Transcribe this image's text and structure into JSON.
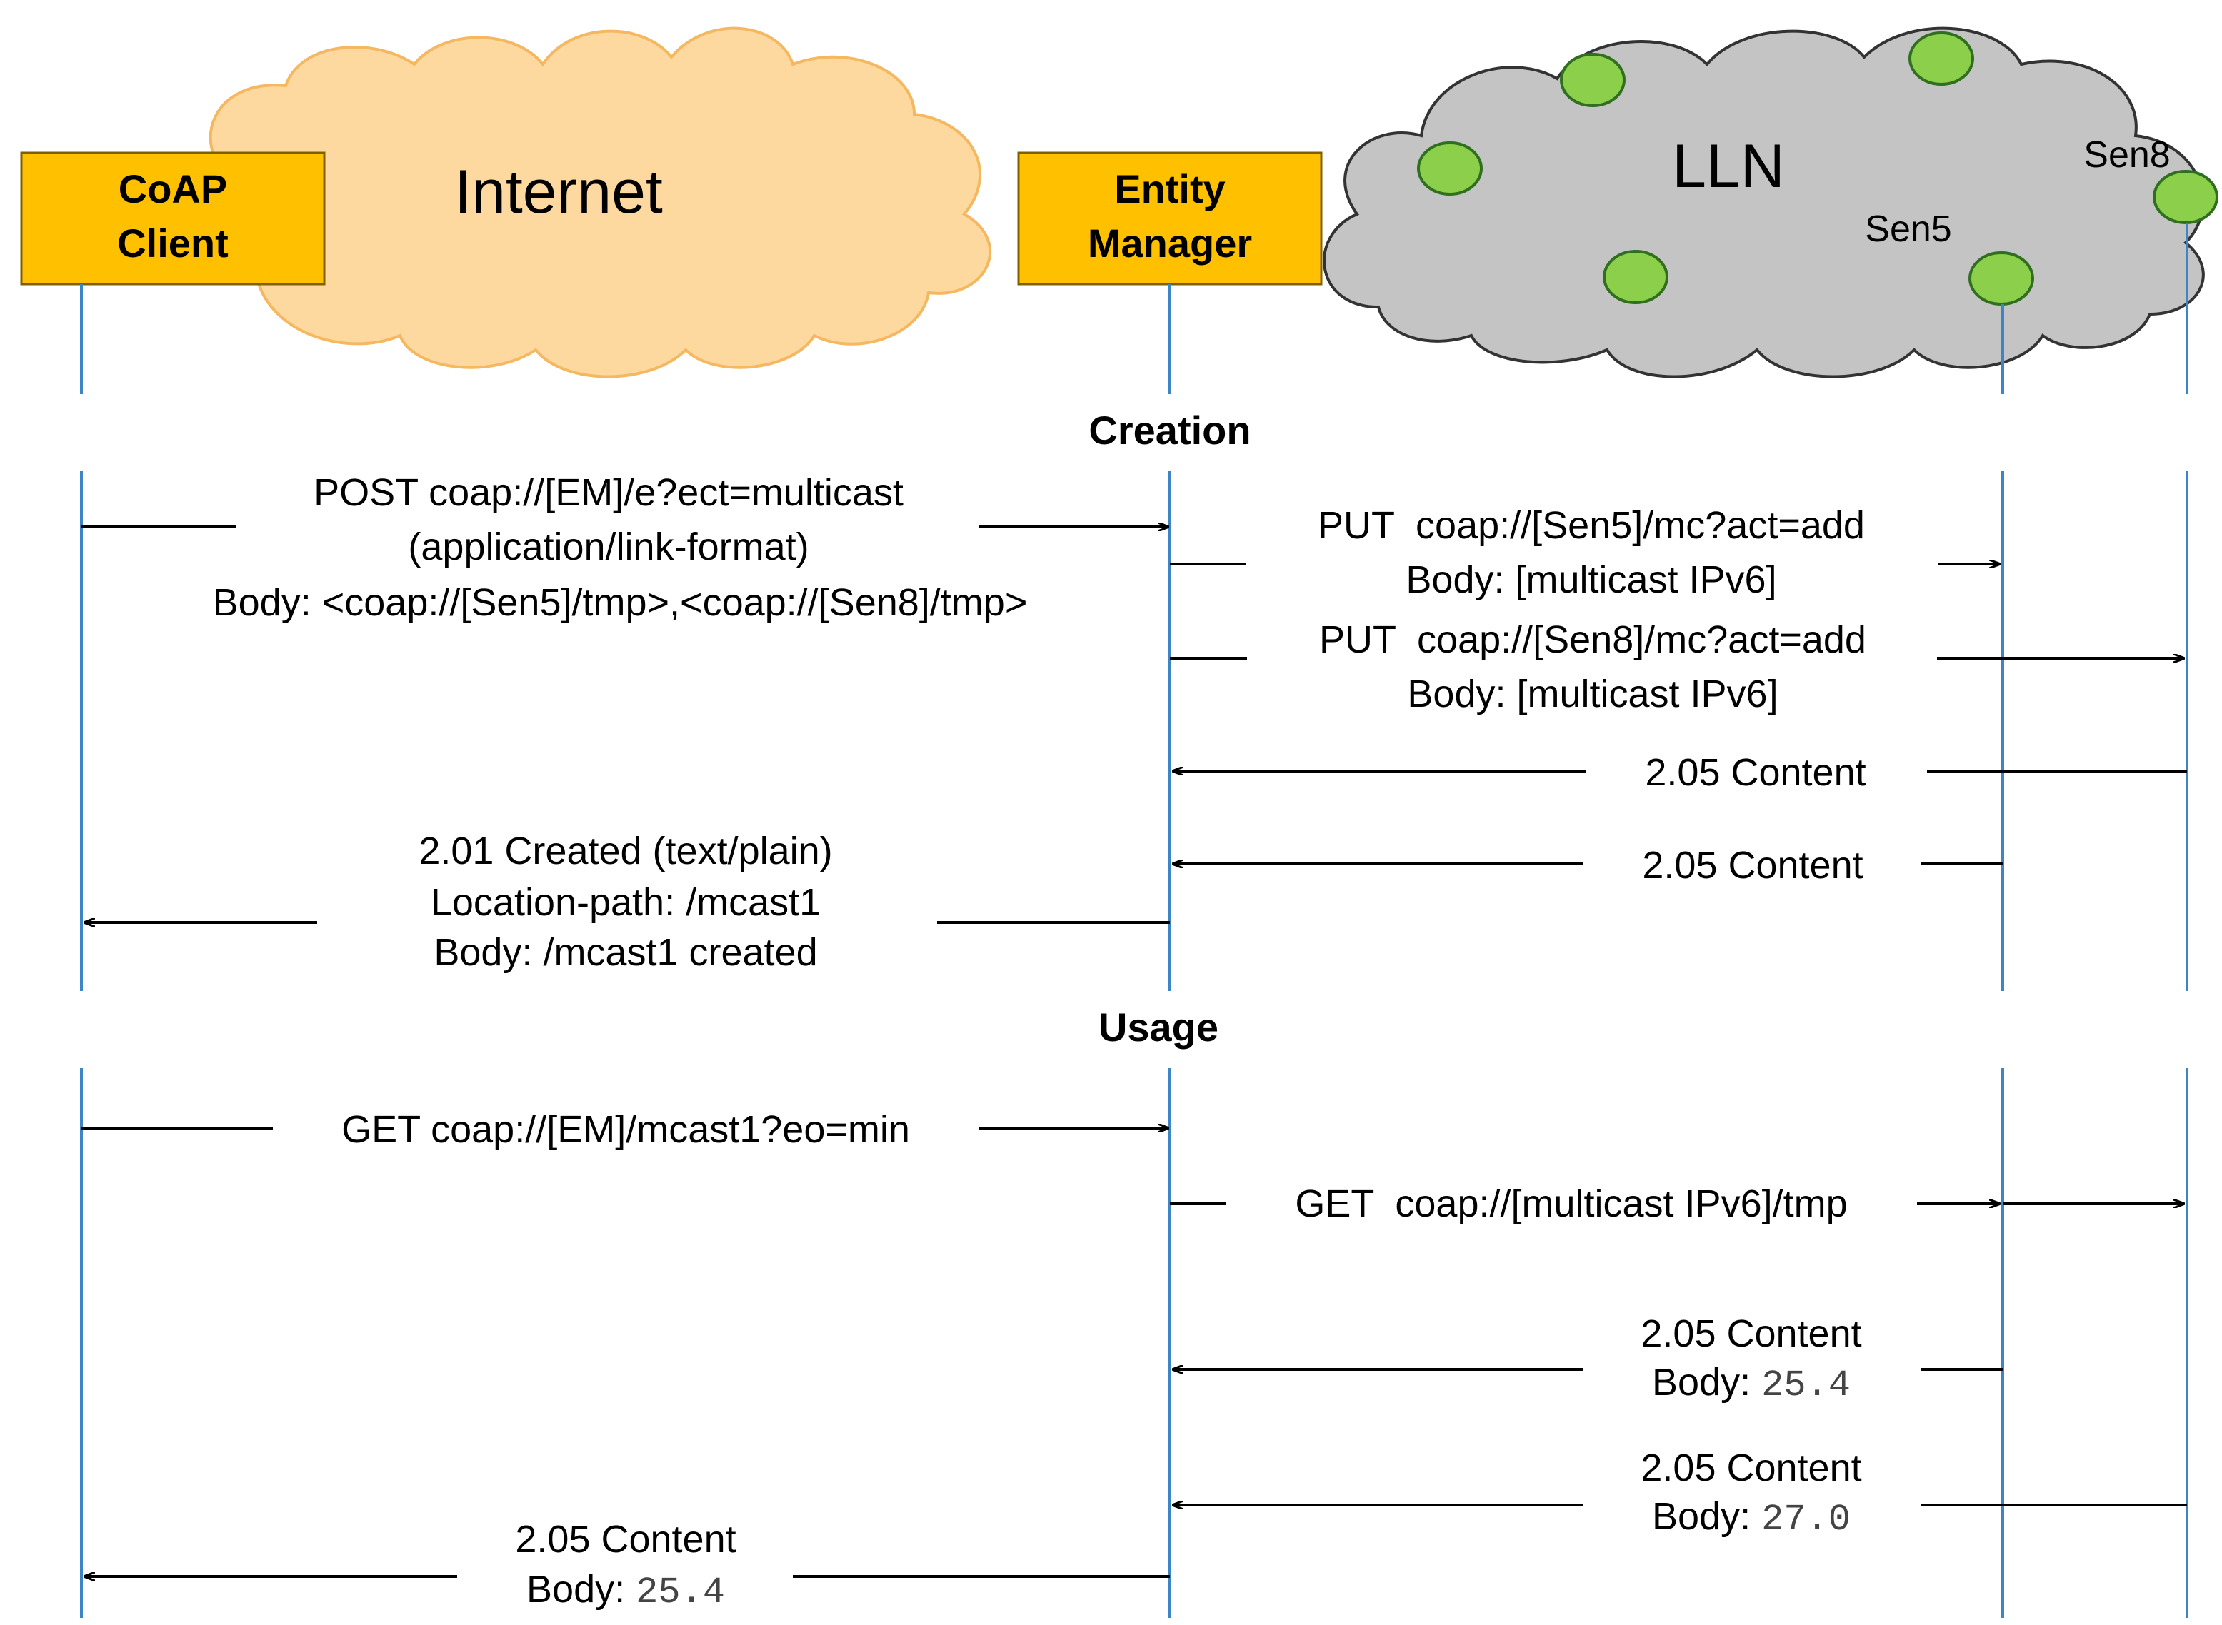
{
  "clouds": {
    "internet": "Internet",
    "lln": "LLN"
  },
  "participants": {
    "coap_client": [
      "CoAP",
      "Client"
    ],
    "entity_manager": [
      "Entity",
      "Manager"
    ],
    "sen5": "Sen5",
    "sen8": "Sen8"
  },
  "sections": {
    "creation": "Creation",
    "usage": "Usage"
  },
  "messages": {
    "post": {
      "line1": "POST coap://[EM]/e?ect=multicast",
      "line2": "(application/link-format)",
      "line3": "Body: <coap://[Sen5]/tmp>,<coap://[Sen8]/tmp>"
    },
    "put_sen5": {
      "line1": "PUT  coap://[Sen5]/mc?act=add",
      "line2": "Body: [multicast IPv6]"
    },
    "put_sen8": {
      "line1": "PUT  coap://[Sen8]/mc?act=add",
      "line2": "Body: [multicast IPv6]"
    },
    "content_sen8_creation": "2.05 Content",
    "content_sen5_creation": "2.05 Content",
    "created": {
      "line1": "2.01 Created (text/plain)",
      "line2": "Location-path: /mcast1",
      "line3": "Body: /mcast1 created"
    },
    "get_em": "GET coap://[EM]/mcast1?eo=min",
    "get_multicast": "GET  coap://[multicast IPv6]/tmp",
    "content_sen5_usage": {
      "line1": "2.05 Content",
      "body_label": "Body: ",
      "body_value": "25.4"
    },
    "content_sen8_usage": {
      "line1": "2.05 Content",
      "body_label": "Body: ",
      "body_value": "27.0"
    },
    "content_final": {
      "line1": "2.05 Content",
      "body_label": "Body: ",
      "body_value": "25.4"
    }
  },
  "colors": {
    "internet_cloud": "#fdd9a0",
    "internet_cloud_edge": "#f5b860",
    "lln_cloud": "#c4c4c4",
    "lln_cloud_edge": "#333333",
    "node_fill": "#8bcf4a",
    "node_edge": "#2f6f1f",
    "participant_box": "#ffc000",
    "lifeline": "#3c86c6"
  }
}
